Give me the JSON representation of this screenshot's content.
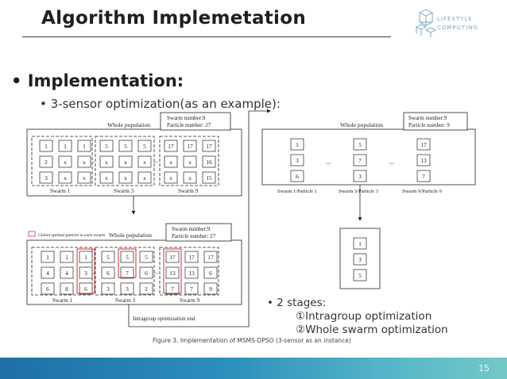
{
  "slide": {
    "title": "Algorithm Implemetation",
    "logo_line1": "LIFESTYLE",
    "logo_line2": "COMPUTING",
    "bullet_main": "• Implementation:",
    "bullet_sub": "• 3-sensor optimization(as an example):",
    "stages_title": "• 2 stages:",
    "stage1": "①Intragroup optimization",
    "stage2": "②Whole swarm optimization",
    "caption": "Figure 3. Implementation of MSMS-DPSO (3-sensor as an instance)",
    "page_number": "15"
  },
  "figure": {
    "whole_population": "Whole population",
    "swarm_info_27": [
      "Swarm number:9",
      "Particle number: 27"
    ],
    "swarm_info_9": [
      "Swarm number:9",
      "Particle number: 9"
    ],
    "swarm1": "Swarm 1",
    "swarm3": "Swarm 3",
    "swarm9": "Swarm 9",
    "swarm1_particle1": "Swarm 1/Particle 1",
    "swarm3_particle3": "Swarm 3/Particle 3",
    "swarm9_particle9": "Swarm 9/Particle 9",
    "ellipsis": "...",
    "legend_text": "Global optimal particle in each swarm",
    "intragroup_end": "Intragroup optimization end",
    "panel_a": {
      "swarm1": [
        [
          "1",
          "1",
          "1"
        ],
        [
          "2",
          "x",
          "x"
        ],
        [
          "3",
          "x",
          "x"
        ]
      ],
      "swarm3": [
        [
          "5",
          "5",
          "5"
        ],
        [
          "x",
          "x",
          "x"
        ],
        [
          "x",
          "x",
          "x"
        ]
      ],
      "swarm9": [
        [
          "17",
          "17",
          "17"
        ],
        [
          "x",
          "x",
          "16"
        ],
        [
          "x",
          "x",
          "15"
        ]
      ]
    },
    "panel_b": {
      "swarm1": [
        [
          "1",
          "1",
          "1"
        ],
        [
          "4",
          "4",
          "3"
        ],
        [
          "6",
          "8",
          "6"
        ]
      ],
      "swarm3": [
        [
          "5",
          "5",
          "5"
        ],
        [
          "6",
          "7",
          "6"
        ],
        [
          "3",
          "3",
          "2"
        ]
      ],
      "swarm9": [
        [
          "17",
          "17",
          "17"
        ],
        [
          "13",
          "13",
          "6"
        ],
        [
          "7",
          "7",
          "9"
        ]
      ]
    },
    "panel_c": {
      "col1": [
        "1",
        "3",
        "6"
      ],
      "col2": [
        "5",
        "7",
        "3"
      ],
      "col3": [
        "17",
        "13",
        "7"
      ]
    },
    "panel_d": [
      "1",
      "3",
      "5"
    ]
  }
}
